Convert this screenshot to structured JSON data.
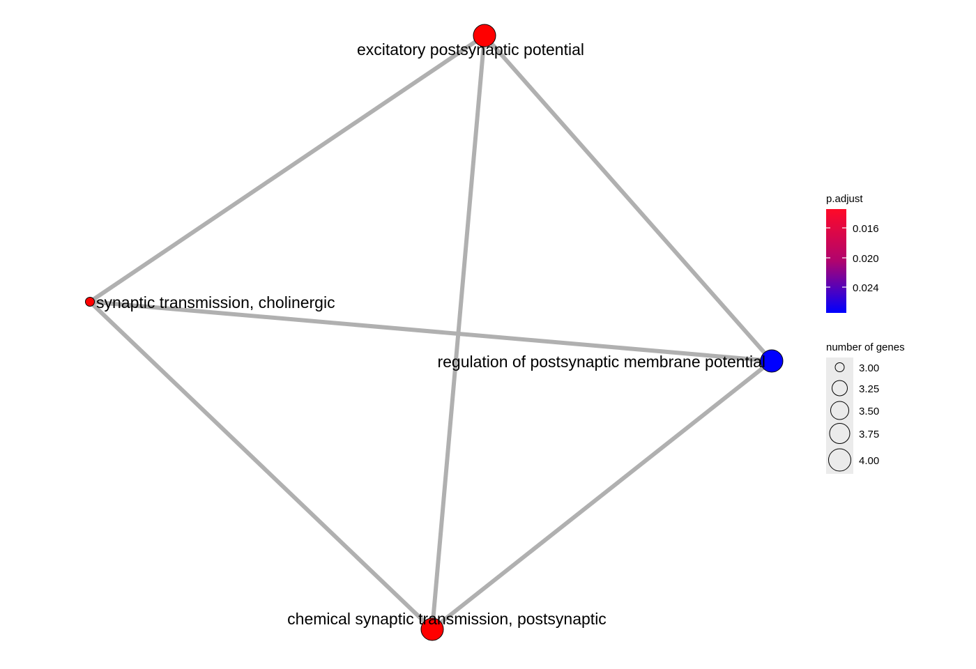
{
  "network": {
    "nodes": [
      {
        "id": "excitatory",
        "label": "excitatory postsynaptic potential",
        "color": "#ff0000",
        "genes": 4.0
      },
      {
        "id": "cholinergic",
        "label": "synaptic transmission, cholinergic",
        "color": "#ff0000",
        "genes": 3.0
      },
      {
        "id": "regulation",
        "label": "regulation of postsynaptic membrane potential",
        "color": "#0000ff",
        "genes": 4.0
      },
      {
        "id": "chemical",
        "label": "chemical synaptic transmission, postsynaptic",
        "color": "#ff0000",
        "genes": 4.0
      }
    ],
    "edges": [
      {
        "from": "excitatory",
        "to": "cholinergic"
      },
      {
        "from": "excitatory",
        "to": "chemical"
      },
      {
        "from": "excitatory",
        "to": "regulation"
      },
      {
        "from": "cholinergic",
        "to": "regulation"
      },
      {
        "from": "cholinergic",
        "to": "chemical"
      },
      {
        "from": "regulation",
        "to": "chemical"
      }
    ],
    "edge_color": "#b0b0b0"
  },
  "legend": {
    "color": {
      "title": "p.adjust",
      "gradient_top": "#ff0a28",
      "gradient_bottom": "#0000ff",
      "ticks": [
        "0.016",
        "0.020",
        "0.024"
      ]
    },
    "size": {
      "title": "number of genes",
      "entries": [
        "3.00",
        "3.25",
        "3.50",
        "3.75",
        "4.00"
      ],
      "key_background": "#ebebeb"
    }
  }
}
